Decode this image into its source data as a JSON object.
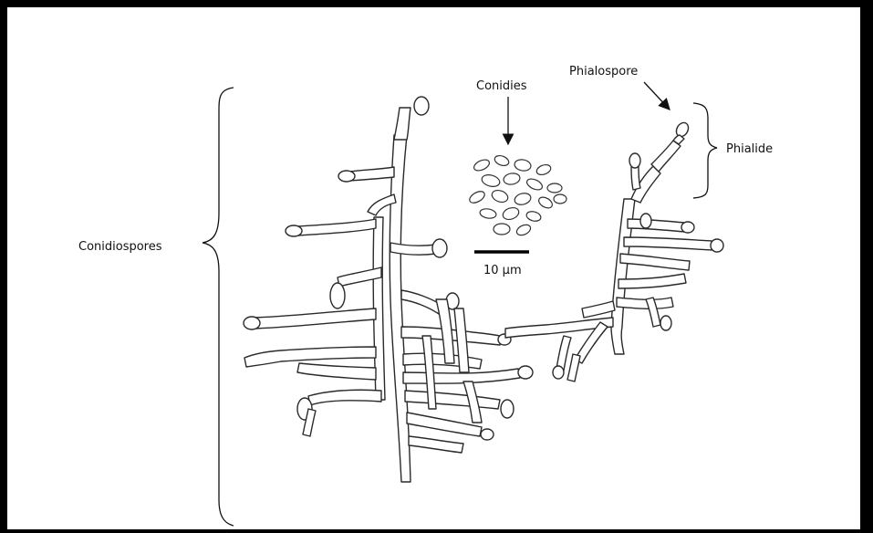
{
  "labels": {
    "conidiospores": "Conidiospores",
    "conidies": "Conidies",
    "phialospore": "Phialospore",
    "phialide": "Phialide",
    "scale": "10 µm"
  }
}
